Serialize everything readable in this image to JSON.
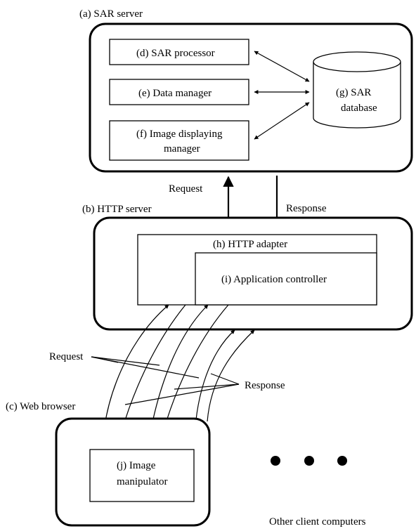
{
  "sar_server": {
    "label": "(a) SAR server",
    "sar_processor": "(d) SAR processor",
    "data_manager": "(e) Data manager",
    "image_displaying_manager_line1": "(f) Image displaying",
    "image_displaying_manager_line2": "manager",
    "database_line1": "(g) SAR",
    "database_line2": "database"
  },
  "http_server": {
    "label": "(b) HTTP server",
    "http_adapter": "(h) HTTP adapter",
    "application_controller": "(i) Application controller"
  },
  "web_browser": {
    "label": "(c) Web browser",
    "image_manipulator_line1": "(j) Image",
    "image_manipulator_line2": "manipulator"
  },
  "arrows": {
    "request_upper": "Request",
    "response_upper": "Response",
    "request_lower": "Request",
    "response_lower": "Response"
  },
  "other_clients": "Other client computers"
}
